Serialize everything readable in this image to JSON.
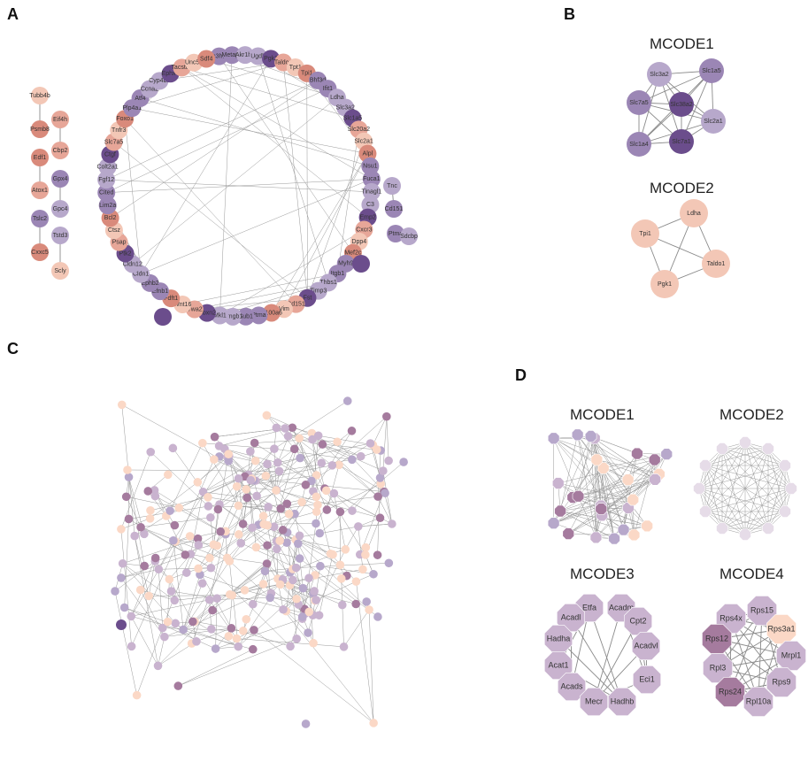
{
  "panels": {
    "a": {
      "letter": "A"
    },
    "b": {
      "letter": "B",
      "mcode1_title": "MCODE1",
      "mcode2_title": "MCODE2"
    },
    "c": {
      "letter": "C"
    },
    "d": {
      "letter": "D",
      "mcode1_title": "MCODE1",
      "mcode2_title": "MCODE2",
      "mcode3_title": "MCODE3",
      "mcode4_title": "MCODE4"
    }
  },
  "colors": {
    "purple_dark": "#6b4d8c",
    "purple_mid": "#9b86b5",
    "purple_light": "#b7a8cb",
    "salmon_dark": "#d98a7b",
    "salmon_mid": "#e7a698",
    "salmon_light": "#f3c7b6",
    "peach": "#fbd8c6",
    "lilac": "#c9b3cf",
    "mauve": "#a57b9e"
  },
  "a_ring_labels": [
    "Zc3h15",
    "Metap2",
    "Akr1b8",
    "Ugdh",
    "Pgk1",
    "Taldo1",
    "Tpt1",
    "Tpi1",
    "Bhf3d",
    "Ifit1",
    "Ldha",
    "Slc3a2",
    "Slc1a5",
    "Slc20a2",
    "Slc2a1",
    "Alpl",
    "Nsu1",
    "Fuca1",
    "Tinagl1",
    "C3",
    "Emp2",
    "Cxcr3",
    "Dpp4",
    "Mef2c",
    "Myh9",
    "Itgb1",
    "Thbs1",
    "Timp3",
    "Fst",
    "Cd151",
    "Vim",
    "S100a6",
    "Ptma",
    "Sub1",
    "Hmgb1",
    "Mkl1",
    "Ubxn2",
    "Vwa2",
    "Wnt16",
    "Fdft1",
    "Efnb1",
    "Ephb2",
    "Cldn1",
    "Cldn12",
    "Ptk2",
    "Psap",
    "Ctsz",
    "Bcl2",
    "Lim2a",
    "Cited",
    "Fgf12",
    "Colt2a1",
    "Ctgf",
    "Slc7a5",
    "Tnfr3",
    "Foxo1",
    "Plp4a1",
    "Atf4",
    "Ccna2",
    "Cyp4b1",
    "Ephx7",
    "Tacstd2",
    "Unc5b",
    "Sdf4"
  ],
  "a_side_labels": [
    "Tubb4b",
    "Psmb8",
    "Eif4h",
    "Cbp2",
    "Edf1",
    "Atox1",
    "Gpx4",
    "Gpc4",
    "Tslc2",
    "Tstd3",
    "Cxxc5",
    "Scly"
  ],
  "b_mcode1_labels": [
    "Slc3a2",
    "Slc1a5",
    "Slc7a5",
    "Slc38a2",
    "Slc2a1",
    "Slc1a4",
    "Slc7a1"
  ],
  "b_mcode2_labels": [
    "Ldha",
    "Tpi1",
    "Taldo1",
    "Pgk1"
  ],
  "d_mcode3_labels": [
    "Etfa",
    "Acadm",
    "Acadl",
    "Cpt2",
    "Hadha",
    "Acadvl",
    "Acat1",
    "Eci1",
    "Acads",
    "Mecr",
    "Hadhb"
  ],
  "d_mcode4_labels": [
    "Rps15",
    "Rps4x",
    "Rps3a1",
    "Rps12",
    "Mrpl1",
    "Rpl3",
    "Rps9",
    "Rps24",
    "Rpl10a"
  ]
}
